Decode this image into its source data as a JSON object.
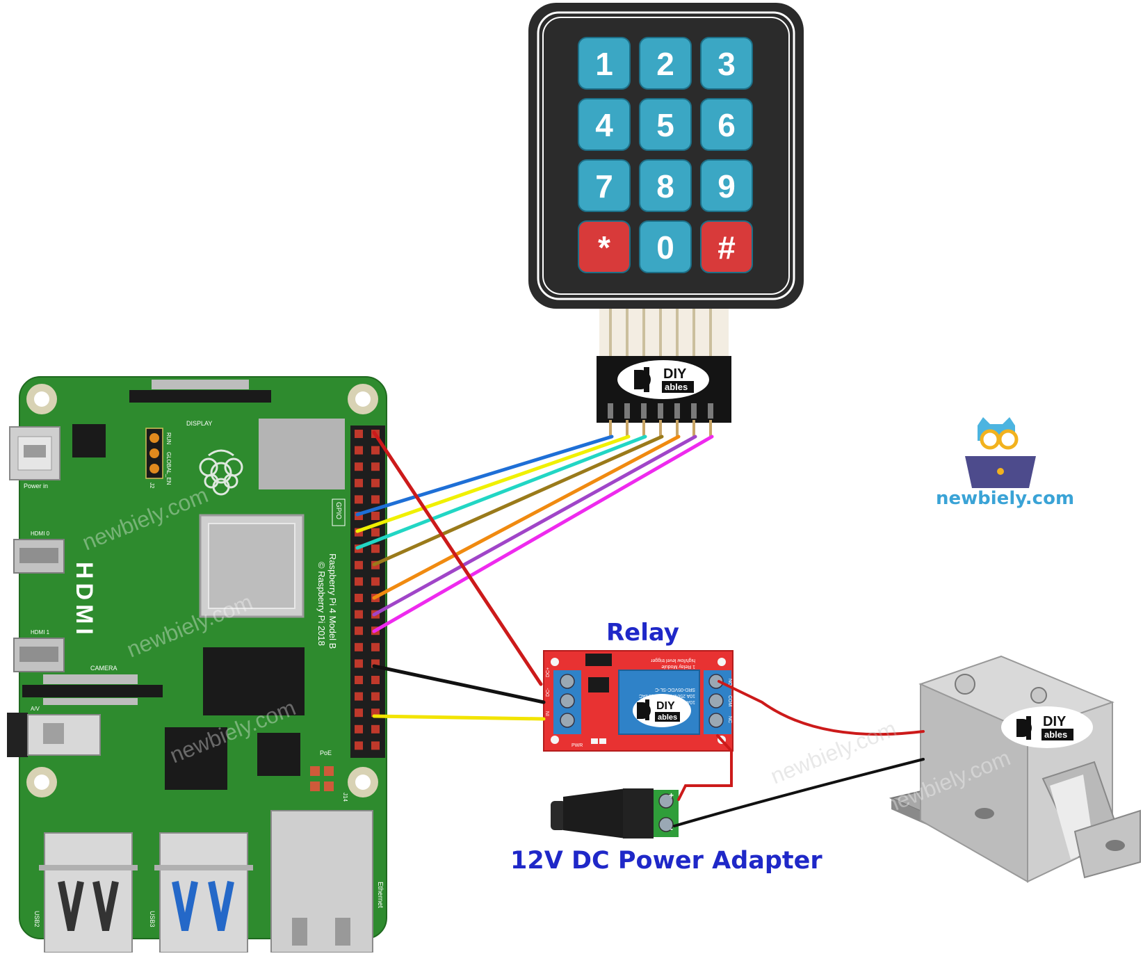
{
  "diagram": {
    "keypad": {
      "keys": [
        {
          "label": "1",
          "color": "#3ba7c4"
        },
        {
          "label": "2",
          "color": "#3ba7c4"
        },
        {
          "label": "3",
          "color": "#3ba7c4"
        },
        {
          "label": "4",
          "color": "#3ba7c4"
        },
        {
          "label": "5",
          "color": "#3ba7c4"
        },
        {
          "label": "6",
          "color": "#3ba7c4"
        },
        {
          "label": "7",
          "color": "#3ba7c4"
        },
        {
          "label": "8",
          "color": "#3ba7c4"
        },
        {
          "label": "9",
          "color": "#3ba7c4"
        },
        {
          "label": "*",
          "color": "#d83a3a"
        },
        {
          "label": "0",
          "color": "#3ba7c4"
        },
        {
          "label": "#",
          "color": "#d83a3a"
        }
      ],
      "connector_logo": {
        "top": "DIY",
        "bottom": "ables"
      }
    },
    "raspberry_pi": {
      "board_color": "#2e8b2e",
      "silkscreen": {
        "display": "DISPLAY",
        "power_in": "Power in",
        "hdmi": "HDMI",
        "hdmi0": "HDMI 0",
        "hdmi1": "HDMI 1",
        "camera": "CAMERA",
        "av": "A/V",
        "gpio": "GPIO",
        "run": "RUN",
        "global_en": "GLOBAL_EN",
        "j2": "J2",
        "poe": "PoE",
        "j14": "J14",
        "model_line1": "Raspberry Pi 4 Model B",
        "model_line2": "© Raspberry Pi 2018",
        "usb2": "USB2",
        "usb3": "USB3",
        "ethernet": "Ethernet"
      }
    },
    "relay": {
      "label": "Relay",
      "silkscreen_lines": [
        "high/low level trigger",
        "1 Relay Module",
        "SRD-05VDC-SL-C",
        "10A 250VAC 10A 125VAC",
        "10A 30VDC 10A 28VDC"
      ],
      "pins_left": [
        "DC+",
        "DC-",
        "IN"
      ],
      "pins_right": [
        "NO",
        "COM",
        "NC"
      ],
      "pwr": "PWR",
      "logo": {
        "top": "DIY",
        "bottom": "ables"
      }
    },
    "adapter": {
      "label": "12V DC Power Adapter",
      "terminals": [
        "+",
        "-"
      ]
    },
    "solenoid_lock": {
      "logo": {
        "top": "DIY",
        "bottom": "ables"
      }
    },
    "watermark": "newbiely.com",
    "brand": "newbiely.com",
    "wire_colors": [
      "#1e6fd6",
      "#f0f000",
      "#22d6c4",
      "#9a7a1a",
      "#f08a10",
      "#a045c8",
      "#ee2aee"
    ]
  }
}
